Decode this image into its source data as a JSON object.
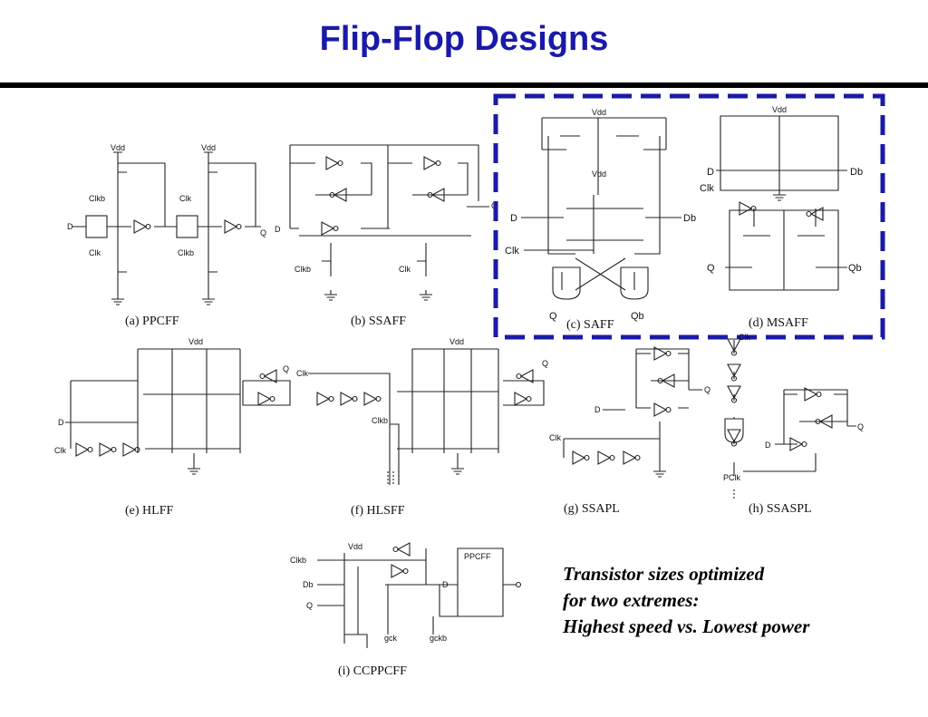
{
  "title": "Flip-Flop Designs",
  "captions": {
    "a": "(a) PPCFF",
    "b": "(b) SSAFF",
    "c": "(c) SAFF",
    "d": "(d) MSAFF",
    "e": "(e) HLFF",
    "f": "(f) HLSFF",
    "g": "(g) SSAPL",
    "h": "(h) SSASPL",
    "i": "(i) CCPPCFF"
  },
  "signals": {
    "vdd": "Vdd",
    "d": "D",
    "q": "Q",
    "db": "Db",
    "qb": "Qb",
    "clk": "Clk",
    "clkb": "Clkb",
    "pclk": "PClk",
    "gck": "gck",
    "gckb": "gckb",
    "ppcff": "PPCFF"
  },
  "note": {
    "line1": "Transistor sizes optimized",
    "line2": "for two extremes:",
    "line3": "Highest speed vs. Lowest power"
  },
  "colors": {
    "title": "#1a1aa8",
    "highlight_box": "#1a1aa8",
    "wire": "#222222"
  }
}
